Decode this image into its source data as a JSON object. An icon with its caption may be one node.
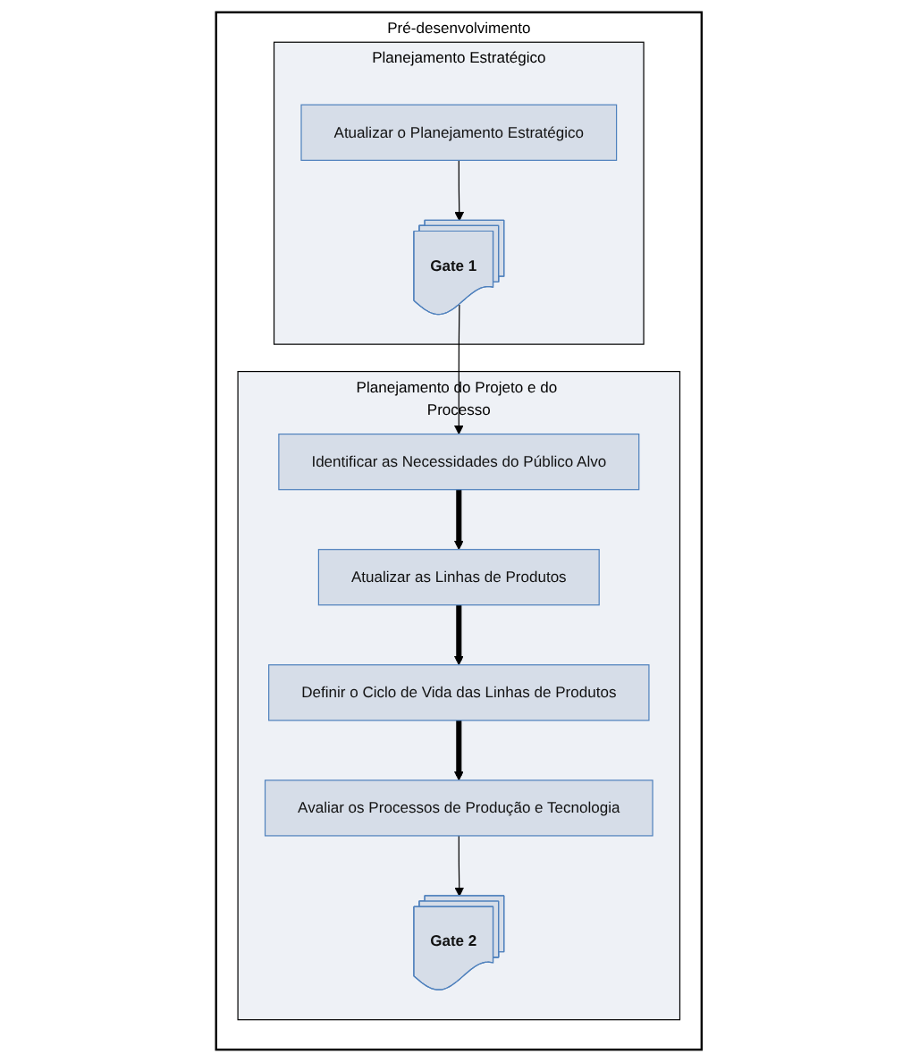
{
  "diagram": {
    "nodes": [
      {
        "text": [
          "Pré-desenvolvimento"
        ]
      },
      {
        "text": [
          "Planejamento Estratégico"
        ],
        "in": 0
      },
      {
        "text": [
          "Planejamento do Projeto e do Processo"
        ],
        "in": 0
      },
      {
        "text": [
          "Atualizar o Planejamento Estratégico"
        ],
        "in": 1
      },
      {
        "text": [
          "Gate 1"
        ],
        "in": 1
      },
      {
        "text": [
          "Identificar as Necessidades do Público Alvo"
        ],
        "in": 2
      },
      {
        "text": [
          "Atualizar as Linhas de Produtos"
        ],
        "in": 2
      },
      {
        "text": [
          "Definir o Ciclo de Vida das Linhas de Produtos"
        ],
        "in": 2
      },
      {
        "text": [
          "Avaliar os Processos de Produção e Tecnologia"
        ],
        "in": 2
      },
      {
        "text": [
          "Gate 2"
        ],
        "in": 2
      }
    ],
    "edges": [
      {
        "from": 3,
        "to": 4,
        "arrow": "to"
      },
      {
        "from": 4,
        "to": 5,
        "arrow": "to"
      },
      {
        "from": 5,
        "to": 6,
        "arrow": "to",
        "style": "thick"
      },
      {
        "from": 6,
        "to": 7,
        "arrow": "to",
        "style": "thick"
      },
      {
        "from": 7,
        "to": 8,
        "arrow": "to",
        "style": "thick"
      },
      {
        "from": 8,
        "to": 9,
        "arrow": "to"
      }
    ]
  }
}
